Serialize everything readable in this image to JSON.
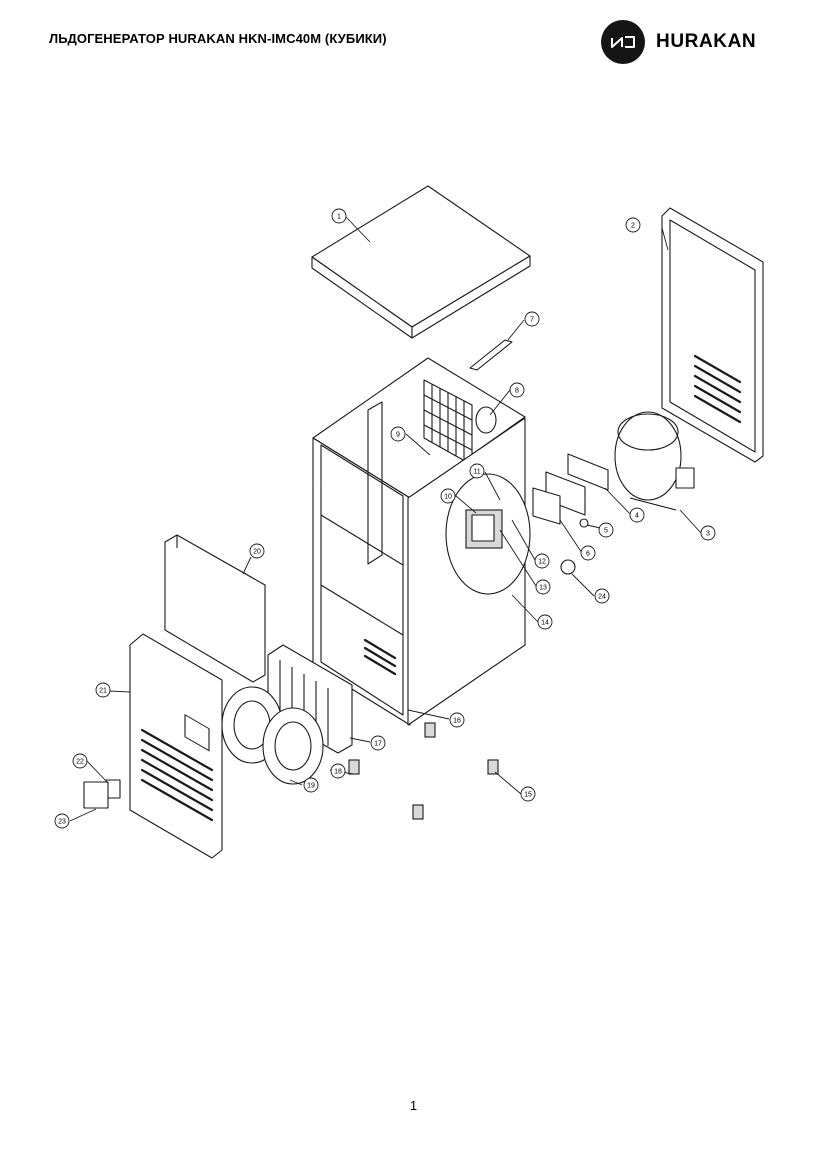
{
  "header": {
    "title": "ЛЬДОГЕНЕРАТОР HURAKAN HKN-IMC40M (КУБИКИ)",
    "brand": "HURAKAN",
    "logo_icon": "hurakan-logo-icon"
  },
  "diagram": {
    "callouts": [
      "1",
      "2",
      "3",
      "4",
      "5",
      "6",
      "7",
      "8",
      "9",
      "10",
      "11",
      "12",
      "13",
      "14",
      "15",
      "16",
      "17",
      "18",
      "19",
      "20",
      "21",
      "22",
      "23",
      "24"
    ]
  },
  "footer": {
    "page_number": "1"
  }
}
